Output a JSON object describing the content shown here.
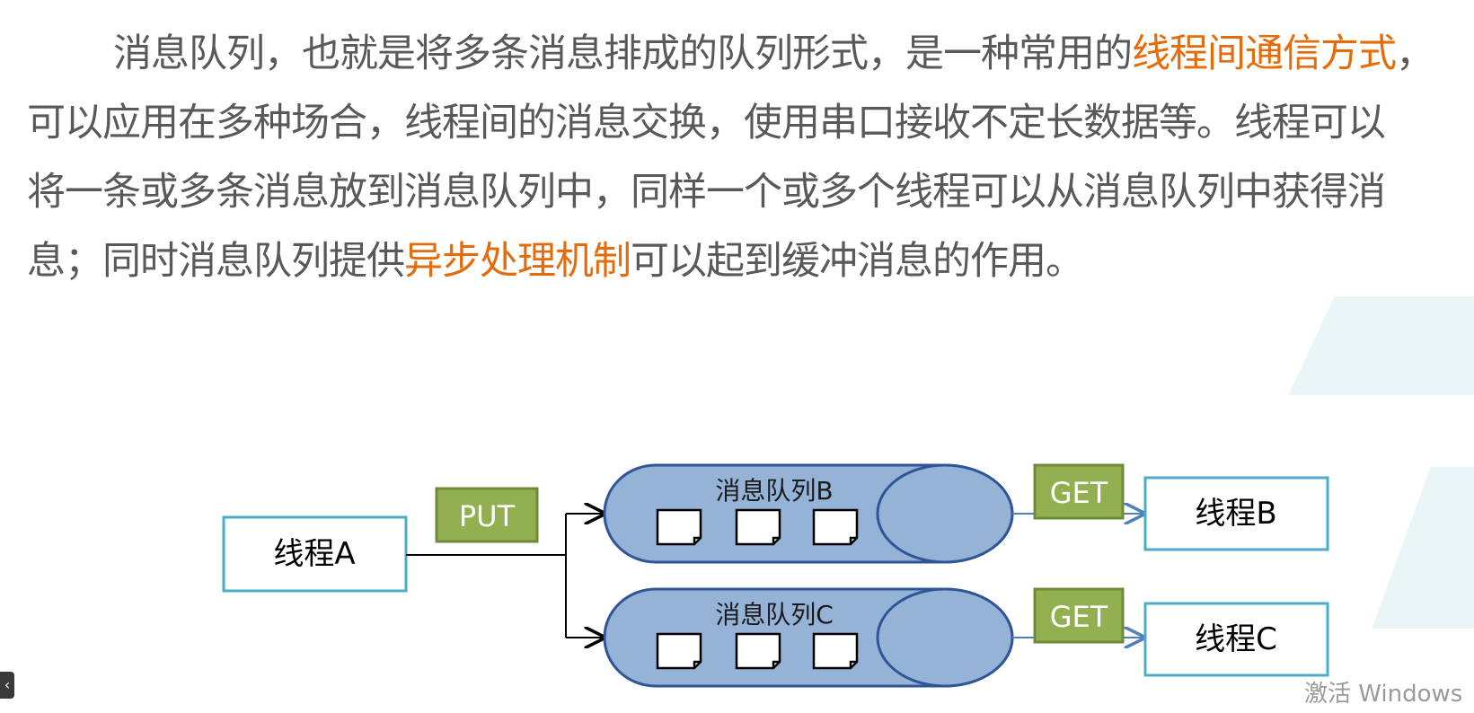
{
  "paragraph": {
    "line1_a": "消息队列，也就是将多条消息排成的队列形式，是一种常用的",
    "line1_hl": "线程间通信方式",
    "line1_b": "，",
    "line2": "可以应用在多种场合，线程间的消息交换，使用串口接收不定长数据等。线程可以",
    "line3": "将一条或多条消息放到消息队列中，同样一个或多个线程可以从消息队列中获得消",
    "line4_a": "息；同时消息队列提供",
    "line4_hl": "异步处理机制",
    "line4_b": "可以起到缓冲消息的作用。"
  },
  "diagram": {
    "thread_a": "线程A",
    "put_label": "PUT",
    "queue_b": "消息队列B",
    "queue_c": "消息队列C",
    "get_b": "GET",
    "get_c": "GET",
    "thread_b": "线程B",
    "thread_c": "线程C"
  },
  "colors": {
    "highlight": "#e46c0a",
    "queue_fill": "#95b3d7",
    "queue_stroke": "#2f5597",
    "tag_fill": "#92b050",
    "box_stroke": "#4bacc6"
  },
  "watermark": "激活 Windows"
}
